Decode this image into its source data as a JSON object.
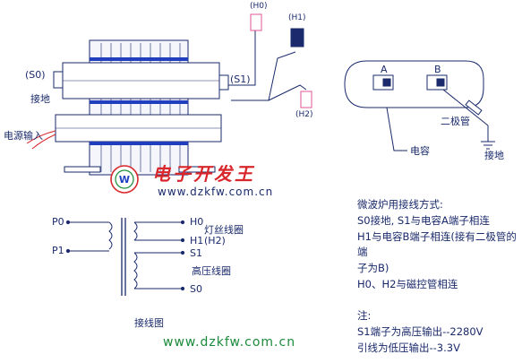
{
  "transformer_labels": {
    "s0": "(S0)",
    "s1": "(S1)",
    "h0": "(H0)",
    "h1": "(H1)",
    "h2": "(H2)",
    "ground": "接地",
    "power_input": "电源输入"
  },
  "capacitor_labels": {
    "a": "A",
    "b": "B",
    "diode": "二极管",
    "capacitor": "电容",
    "ground": "接地"
  },
  "brand": {
    "name": "电子开发王",
    "url": "www.dzkfw.com.cn"
  },
  "wiring_diagram": {
    "p0": "P0",
    "p1": "P1",
    "h0": "H0",
    "h1": "H1",
    "h1_sub": "(H2)",
    "s1": "S1",
    "s0": "S0",
    "filament_coil": "灯丝线圈",
    "hv_coil": "高压线圈",
    "caption": "接线图"
  },
  "footer_url": "www.dzkfw.com.cn",
  "notes": {
    "title": "微波炉用接线方式:",
    "line1": "S0接地, S1与电容A端子相连",
    "line2": "H1与电容B端子相连(接有二极管的端",
    "line3": "子为B)",
    "line4": "H0、H2与磁控管相连",
    "note_label": "注:",
    "note1": "S1端子为高压输出--2280V",
    "note2": "引线为低压输出--3.3V"
  },
  "colors": {
    "line": "#1a2a6c",
    "blue_band": "#1f3fbf",
    "connector_pink": "#e0569a",
    "brand_red": "#d8262a",
    "brand_green": "#1a8a3a"
  }
}
